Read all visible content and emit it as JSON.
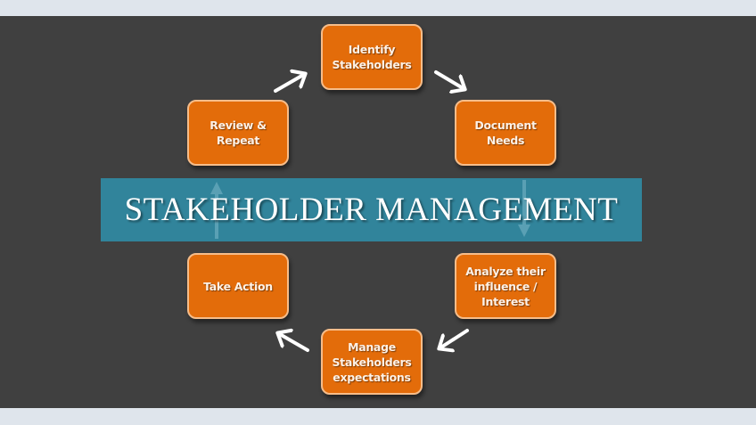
{
  "diagram": {
    "title": "STAKEHOLDER MANAGEMENT",
    "type": "cycle",
    "colors": {
      "page_background": "#dfe5ec",
      "slide_background": "#404040",
      "step_fill": "#e36c0a",
      "step_border": "#f6bd8a",
      "step_text": "#fdf1e6",
      "banner_fill": "#31849b",
      "banner_text": "#ffffff",
      "arrow": "#ffffff"
    },
    "steps": [
      {
        "id": "identify",
        "label": "Identify\nStakeholders"
      },
      {
        "id": "document",
        "label": "Document\nNeeds"
      },
      {
        "id": "analyze",
        "label": "Analyze their\ninfluence /\nInterest"
      },
      {
        "id": "manage",
        "label": "Manage\nStakeholders\nexpectations"
      },
      {
        "id": "action",
        "label": "Take Action"
      },
      {
        "id": "review",
        "label": "Review &\nRepeat"
      }
    ],
    "edges": [
      {
        "from": "identify",
        "to": "document"
      },
      {
        "from": "document",
        "to": "analyze"
      },
      {
        "from": "analyze",
        "to": "manage"
      },
      {
        "from": "manage",
        "to": "action"
      },
      {
        "from": "action",
        "to": "review"
      },
      {
        "from": "review",
        "to": "identify"
      }
    ]
  }
}
